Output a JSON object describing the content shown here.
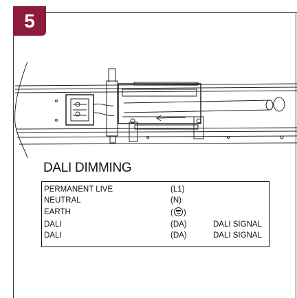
{
  "step": {
    "number": "5"
  },
  "section": {
    "title": "DALI DIMMING"
  },
  "wiring": {
    "rows": [
      {
        "name": "PERMANENT LIVE",
        "code": "(L1)",
        "signal": ""
      },
      {
        "name": "NEUTRAL",
        "code": "(N)",
        "signal": ""
      },
      {
        "name": "EARTH",
        "code": "",
        "signal": ""
      },
      {
        "name": "DALI",
        "code": "(DA)",
        "signal": "DALI SIGNAL"
      },
      {
        "name": "DALI",
        "code": "(DA)",
        "signal": "DALI SIGNAL"
      }
    ]
  },
  "colors": {
    "badge": "#8e1b3a",
    "line": "#111111"
  },
  "icons": {
    "earth": "earth-ground-icon"
  }
}
